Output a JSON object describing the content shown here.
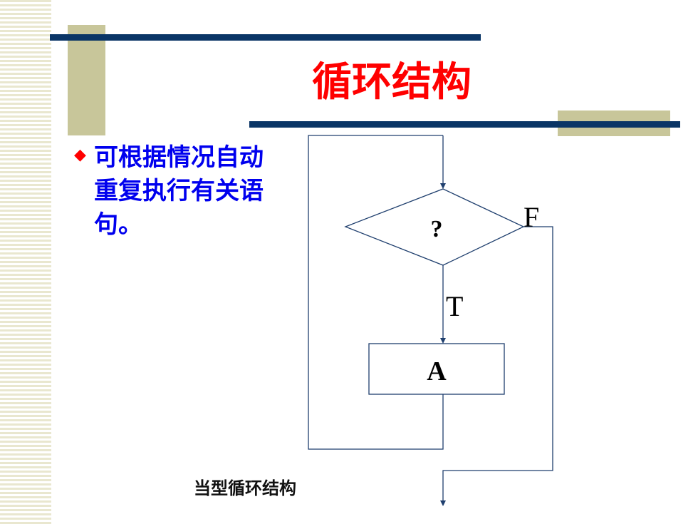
{
  "slide": {
    "title": "循环结构",
    "bullet_text": "可根据情况自动重复执行有关语句。",
    "caption": "当型循环结构"
  },
  "flowchart": {
    "decision_label": "?",
    "true_label": "T",
    "false_label": "F",
    "process_label": "A"
  },
  "colors": {
    "title": "#ff0000",
    "bullet_text": "#0000ee",
    "bar": "#0a3566",
    "accent_block": "#c8c69a",
    "flow_line": "#1f3f6e"
  }
}
